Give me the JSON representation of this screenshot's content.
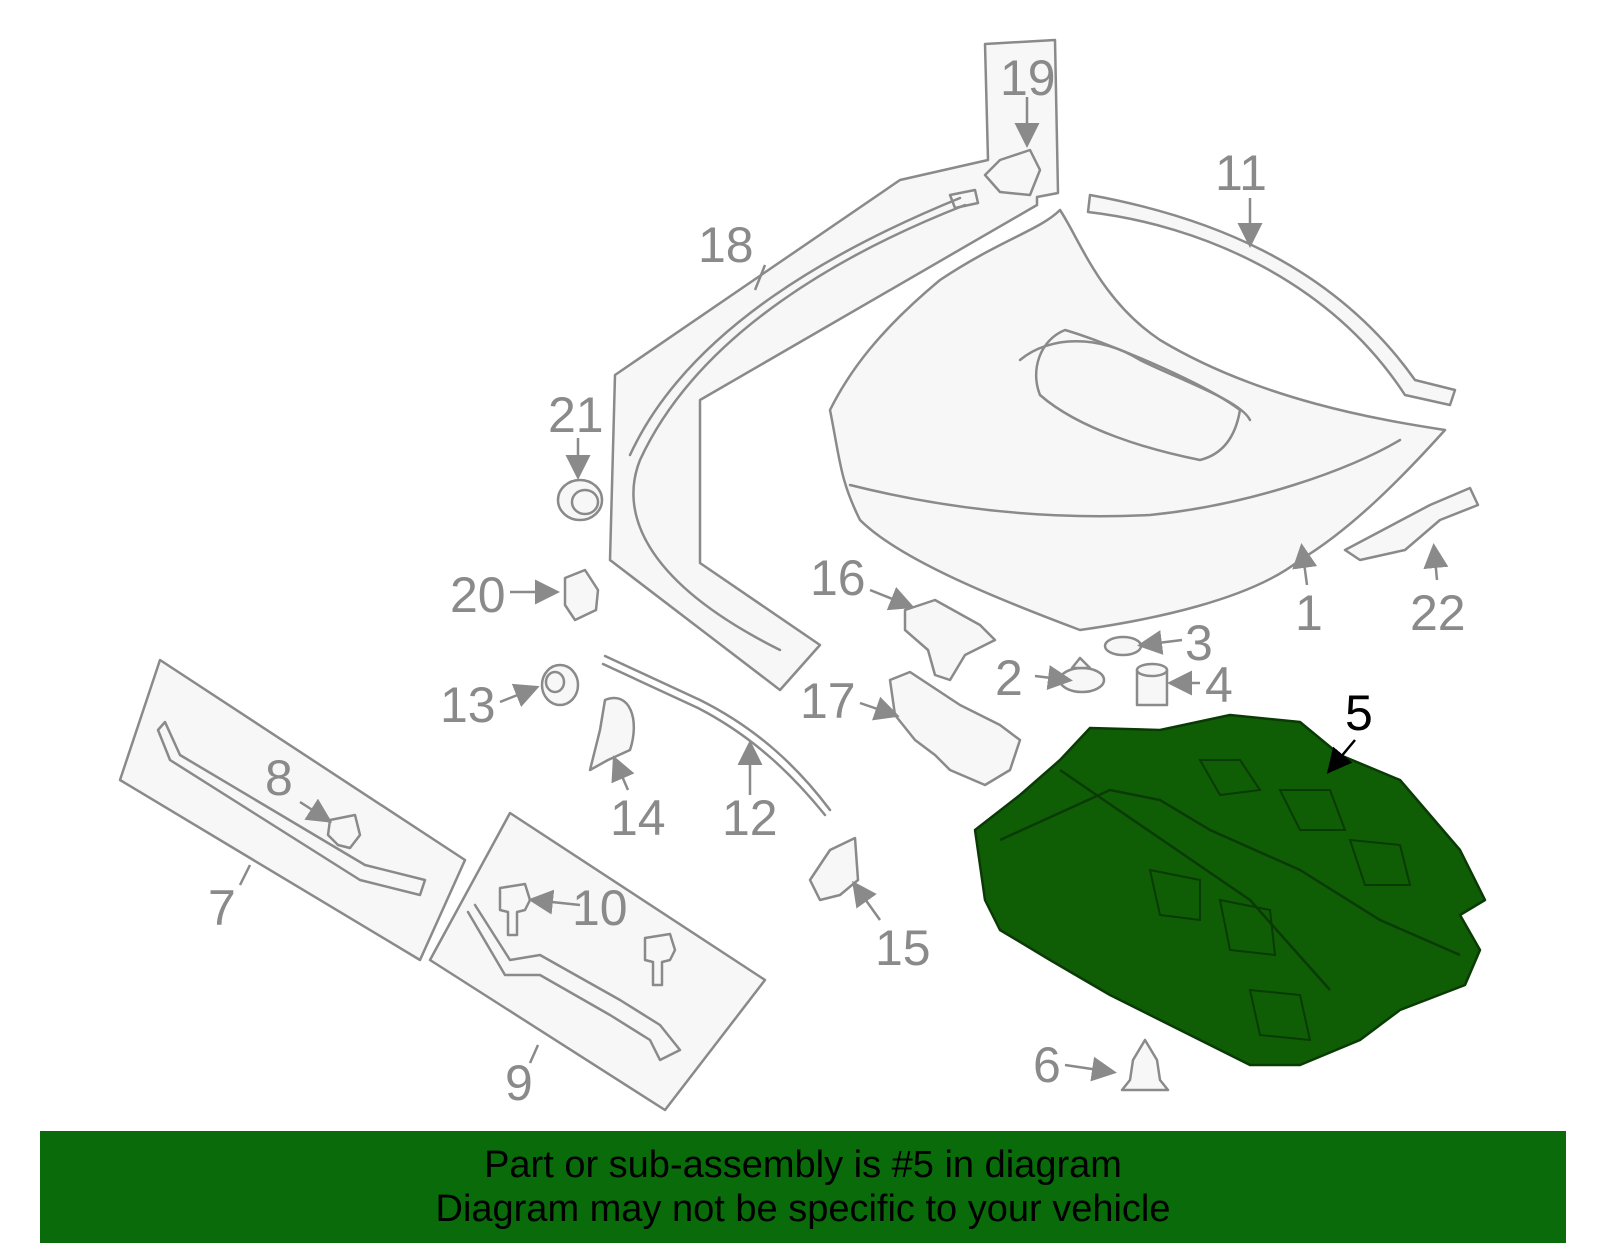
{
  "diagram": {
    "callouts": {
      "c1": "1",
      "c2": "2",
      "c3": "3",
      "c4": "4",
      "c5": "5",
      "c6": "6",
      "c7": "7",
      "c8": "8",
      "c9": "9",
      "c10": "10",
      "c11": "11",
      "c12": "12",
      "c13": "13",
      "c14": "14",
      "c15": "15",
      "c16": "16",
      "c17": "17",
      "c18": "18",
      "c19": "19",
      "c20": "20",
      "c21": "21",
      "c22": "22"
    },
    "highlighted_part": "5",
    "colors": {
      "highlight_fill": "#0f5e06",
      "line": "#8a8a8a",
      "banner": "#0a6b0a"
    }
  },
  "banner": {
    "line1": "Part or sub-assembly is #5 in diagram",
    "line2": "Diagram may not be specific to your vehicle"
  }
}
